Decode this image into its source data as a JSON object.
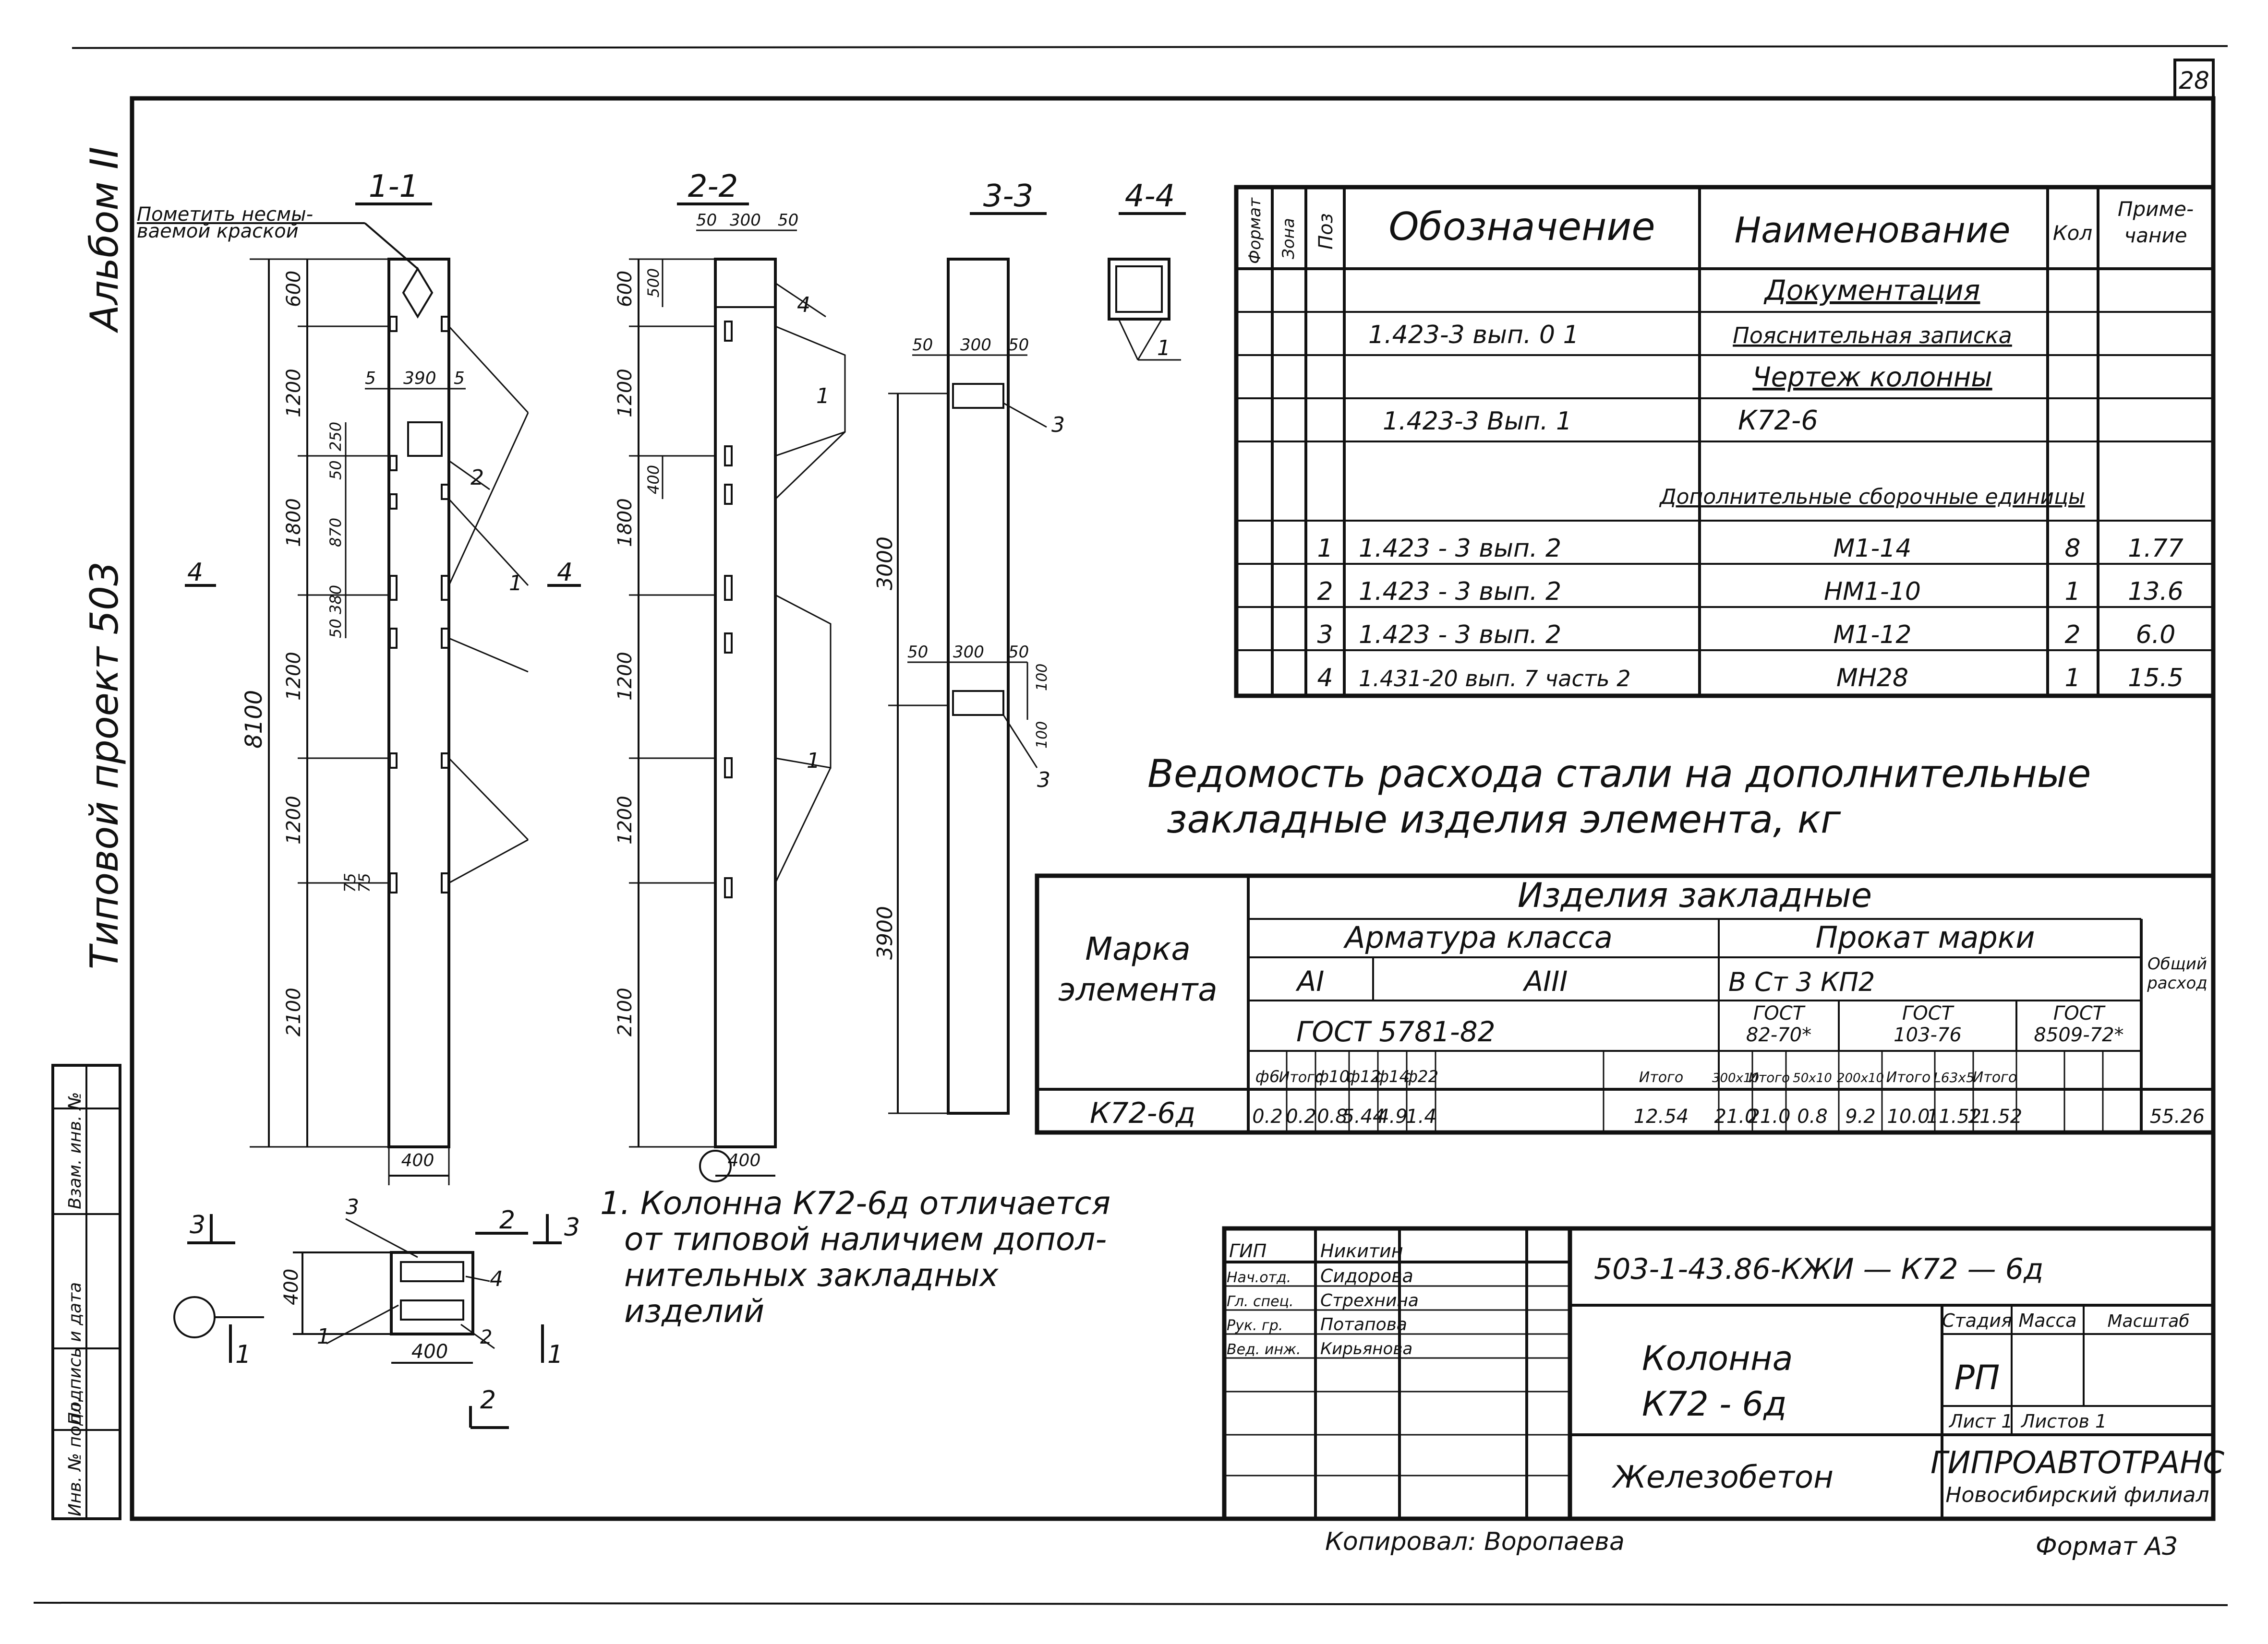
{
  "sheet_number": "28",
  "side_left": {
    "album": "Альбом II",
    "project": "Типовой проект 503"
  },
  "side_stamp": [
    "Инв. № подл.",
    "Подпись и дата",
    "Взам. инв. №"
  ],
  "views": {
    "s11": "1-1",
    "s22": "2-2",
    "s33": "3-3",
    "s44": "4-4",
    "note_paint": [
      "Пометить несмы-",
      "ваемой краской"
    ],
    "dims_v1": [
      "600",
      "1200",
      "1800",
      "1200",
      "1200",
      "2100"
    ],
    "total_v1": "8100",
    "dims_v1_small": [
      "250",
      "50",
      "870",
      "380",
      "50",
      "75",
      "75"
    ],
    "dims_v1_top": [
      "5",
      "390",
      "5"
    ],
    "base_v1": "400",
    "dims_v2": [
      "600",
      "1200",
      "1800",
      "1200",
      "1200",
      "2100"
    ],
    "dims_v2_small": [
      "500",
      "400"
    ],
    "dims_v2_top": [
      "50",
      "300",
      "50"
    ],
    "base_v2": "400",
    "dims_v3": [
      "3000",
      "3900"
    ],
    "dims_v3_top": [
      "50",
      "300",
      "50"
    ],
    "dims_v3_mid": [
      "50",
      "300",
      "50"
    ],
    "dims_v3_small": [
      "100",
      "100"
    ],
    "callouts": [
      "1",
      "2",
      "3",
      "4"
    ],
    "arrow_4": "4",
    "section_marks": [
      "3",
      "2",
      "3",
      "2",
      "1",
      "1"
    ],
    "plan_dims": [
      "400",
      "400",
      "2",
      "1",
      "3",
      "4"
    ]
  },
  "spec": {
    "headers": [
      "Формат",
      "Зона",
      "Поз",
      "Обозначение",
      "Наименование",
      "Кол",
      "Приме-",
      "чание"
    ],
    "rows": [
      {
        "pos": "",
        "code": "",
        "name": "Документация",
        "qty": "",
        "note": ""
      },
      {
        "pos": "",
        "code": "1.423-3  вып. 0 1",
        "name": "Пояснительная записка",
        "qty": "",
        "note": ""
      },
      {
        "pos": "",
        "code": "",
        "name": "Чертеж колонны",
        "qty": "",
        "note": ""
      },
      {
        "pos": "",
        "code": "1.423-3  Вып. 1",
        "name": "К72-6",
        "qty": "",
        "note": ""
      },
      {
        "pos": "",
        "code": "",
        "name": "Дополнительные сборочные единицы",
        "qty": "",
        "note": ""
      },
      {
        "pos": "1",
        "code": "1.423 - 3    вып. 2",
        "name": "М1-14",
        "qty": "8",
        "note": "1.77"
      },
      {
        "pos": "2",
        "code": "1.423 - 3    вып. 2",
        "name": "НМ1-10",
        "qty": "1",
        "note": "13.6"
      },
      {
        "pos": "3",
        "code": "1.423 - 3    вып. 2",
        "name": "М1-12",
        "qty": "2",
        "note": "6.0"
      },
      {
        "pos": "4",
        "code": "1.431-20 вып. 7 часть 2",
        "name": "МН28",
        "qty": "1",
        "note": "15.5"
      }
    ]
  },
  "steel_title": [
    "Ведомость   расхода   стали на дополнительные",
    "закладные    изделия     элемента,   кг"
  ],
  "steel": {
    "mark_label": [
      "Марка",
      "элемента"
    ],
    "group": "Изделия  закладные",
    "arm": "Арматура  класса",
    "prokat": "Прокат  марки",
    "a1": "АI",
    "a3": "АIII",
    "vst": "В Ст 3 КП2",
    "gost_arm": "ГОСТ  5781-82",
    "gost1": [
      "ГОСТ",
      "82-70*"
    ],
    "gost2": [
      "ГОСТ",
      "103-76"
    ],
    "gost3": [
      "ГОСТ",
      "8509-72*"
    ],
    "total": [
      "Общий",
      "расход"
    ],
    "cols": [
      "ф6",
      "Итого",
      "ф10",
      "ф12",
      "ф14",
      "ф22",
      "",
      "Итого",
      "300х10",
      "Итого",
      "50х10",
      "200х10",
      "Итого",
      "L63х5",
      "Итого"
    ],
    "row_mark": "К72-6д",
    "values": [
      "0.2",
      "0.2",
      "0.8",
      "5.44",
      "4.9",
      "1.4",
      "",
      "12.54",
      "21.0",
      "21.0",
      "0.8",
      "9.2",
      "10.0",
      "11.52",
      "11.52",
      "55.26"
    ]
  },
  "note": [
    "1. Колонна  К72-6д  отличается",
    "от  типовой  наличием  допол-",
    "нительных  закладных",
    "изделий"
  ],
  "title_block": {
    "people": [
      {
        "role": "ГИП",
        "name": "Никитин"
      },
      {
        "role": "Нач.отд.",
        "name": "Сидорова"
      },
      {
        "role": "Гл. спец.",
        "name": "Стрехнина"
      },
      {
        "role": "Рук. гр.",
        "name": "Потапова"
      },
      {
        "role": "Вед. инж.",
        "name": "Кирьянова"
      }
    ],
    "doc_code": "503-1-43.86-КЖИ — К72 — 6д",
    "object": [
      "Колонна",
      "К72 - 6д"
    ],
    "material": "Железобетон",
    "stage_h": "Стадия",
    "mass_h": "Масса",
    "scale_h": "Масштаб",
    "stage": "РП",
    "sheet": "Лист 1",
    "sheets": "Листов 1",
    "org": "ГИПРОАВТОТРАНС",
    "branch": "Новосибирский филиал"
  },
  "copied": "Копировал: Воропаева",
  "format": "Формат А3"
}
